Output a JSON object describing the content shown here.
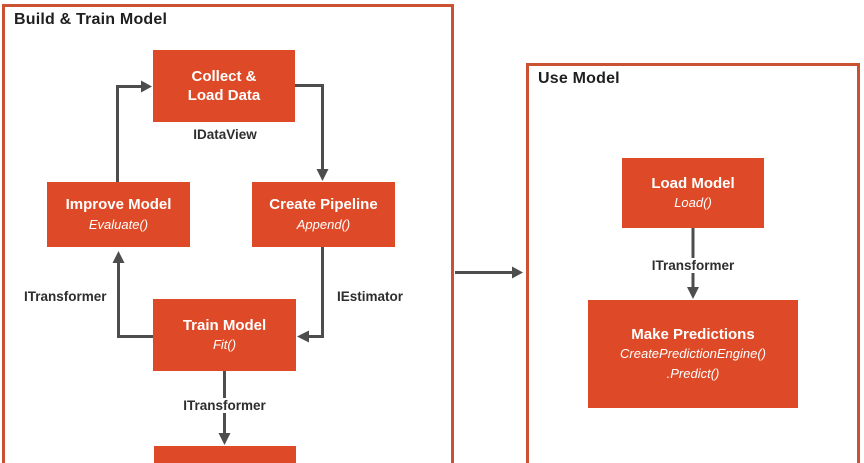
{
  "diagram": {
    "colors": {
      "node_fill": "#de4a27",
      "frame_border": "#ca5233",
      "connector": "#4d4d4d",
      "node_text": "#ffffff",
      "label_text": "#2e2e2e"
    }
  },
  "build_section": {
    "title": "Build & Train Model",
    "nodes": {
      "collect": {
        "label_line1": "Collect &",
        "label_line2": "Load Data"
      },
      "improve": {
        "label": "Improve Model",
        "method": "Evaluate()"
      },
      "pipeline": {
        "label": "Create Pipeline",
        "method": "Append()"
      },
      "train": {
        "label": "Train Model",
        "method": "Fit()"
      }
    },
    "interface_labels": {
      "idataview": "IDataView",
      "itransformer_left": "ITransformer",
      "iestimator": "IEstimator",
      "itransformer_bottom": "ITransformer"
    }
  },
  "use_section": {
    "title": "Use Model",
    "nodes": {
      "load": {
        "label": "Load Model",
        "method": "Load()"
      },
      "predict": {
        "label": "Make Predictions",
        "method_line1": "CreatePredictionEngine()",
        "method_line2": ".Predict()"
      }
    },
    "interface_labels": {
      "itransformer": "ITransformer"
    }
  }
}
